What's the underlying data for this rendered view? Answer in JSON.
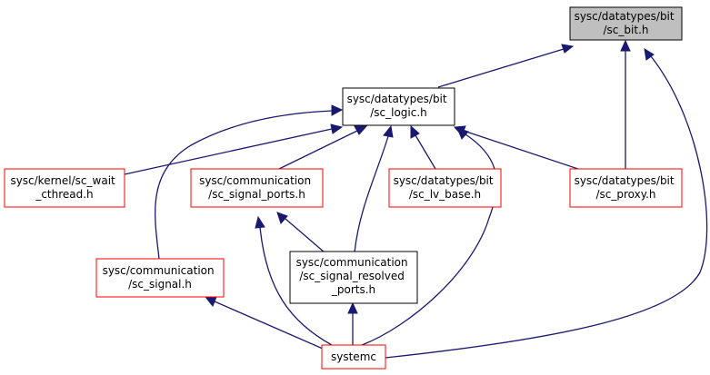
{
  "colors": {
    "edge": "#191970",
    "highlight_fill": "#bfbfbf",
    "border_default": "#000000",
    "border_truncated": "#ff0000"
  },
  "nodes": {
    "sc_bit": {
      "lines": [
        "sysc/datatypes/bit",
        "/sc_bit.h"
      ],
      "style": "highlight"
    },
    "sc_logic": {
      "lines": [
        "sysc/datatypes/bit",
        "/sc_logic.h"
      ],
      "style": "normal"
    },
    "sc_wait": {
      "lines": [
        "sysc/kernel/sc_wait",
        "_cthread.h"
      ],
      "style": "truncated"
    },
    "sc_sig_ports": {
      "lines": [
        "sysc/communication",
        "/sc_signal_ports.h"
      ],
      "style": "truncated"
    },
    "sc_lv_base": {
      "lines": [
        "sysc/datatypes/bit",
        "/sc_lv_base.h"
      ],
      "style": "truncated"
    },
    "sc_proxy": {
      "lines": [
        "sysc/datatypes/bit",
        "/sc_proxy.h"
      ],
      "style": "truncated"
    },
    "sc_signal": {
      "lines": [
        "sysc/communication",
        "/sc_signal.h"
      ],
      "style": "truncated"
    },
    "sc_sig_res": {
      "lines": [
        "sysc/communication",
        "/sc_signal_resolved",
        "_ports.h"
      ],
      "style": "normal"
    },
    "systemc": {
      "lines": [
        "systemc"
      ],
      "style": "truncated"
    }
  },
  "edges": [
    {
      "from": "sc_logic",
      "to": "sc_bit"
    },
    {
      "from": "sc_proxy",
      "to": "sc_bit"
    },
    {
      "from": "systemc",
      "to": "sc_bit"
    },
    {
      "from": "sc_wait",
      "to": "sc_logic"
    },
    {
      "from": "sc_sig_ports",
      "to": "sc_logic"
    },
    {
      "from": "sc_lv_base",
      "to": "sc_logic"
    },
    {
      "from": "sc_proxy",
      "to": "sc_logic"
    },
    {
      "from": "sc_signal",
      "to": "sc_logic"
    },
    {
      "from": "sc_sig_res",
      "to": "sc_logic"
    },
    {
      "from": "systemc",
      "to": "sc_logic"
    },
    {
      "from": "sc_sig_res",
      "to": "sc_sig_ports"
    },
    {
      "from": "systemc",
      "to": "sc_sig_ports"
    },
    {
      "from": "systemc",
      "to": "sc_signal"
    },
    {
      "from": "systemc",
      "to": "sc_sig_res"
    }
  ]
}
